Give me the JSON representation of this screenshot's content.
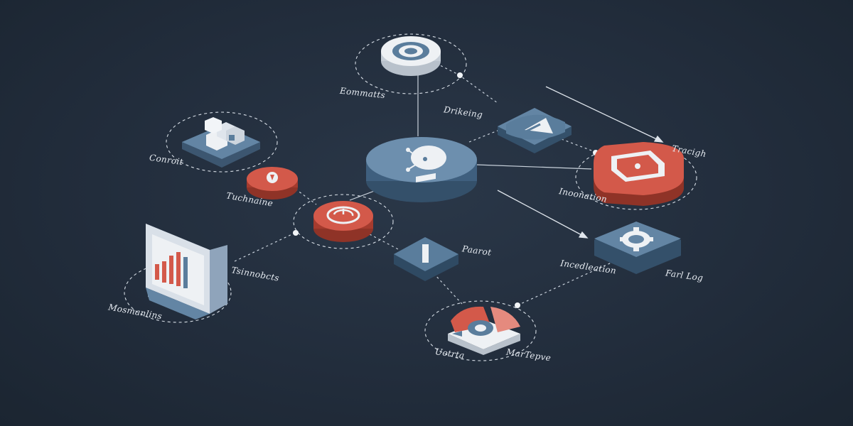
{
  "labels": {
    "top_target": "Eommatts",
    "drive": "Drikeing",
    "tracking": "Tracigh",
    "control": "Conroit",
    "technique": "Tuchnaine",
    "innovation_right": "Inoonation",
    "diagnostics": "Tsinnobcts",
    "monitors": "Mosmanlins",
    "parent": "Paarot",
    "innovation_lower": "Incedleation",
    "fault_log": "Farl Log",
    "units": "Uotrta",
    "marketplace": "MarTepve"
  },
  "colors": {
    "background": "#222d3c",
    "blue": "#5a7d9c",
    "blue_dark": "#34506a",
    "red": "#d3594a",
    "red_dark": "#8f3327",
    "white": "#eef1f4",
    "line": "#c9d2dc"
  }
}
